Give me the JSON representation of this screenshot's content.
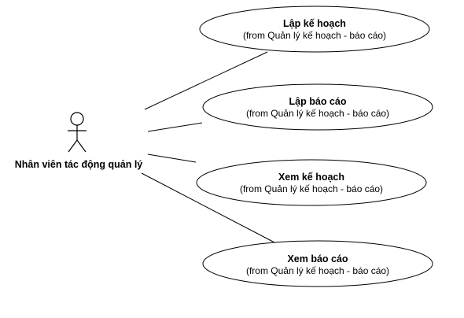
{
  "actor": {
    "label": "Nhân viên tác động quản lý",
    "icon": "stick-figure-actor-icon"
  },
  "use_cases": [
    {
      "title": "Lập kế hoạch",
      "subtitle": "(from Quản lý kế hoạch - báo cáo)"
    },
    {
      "title": "Lập báo cáo",
      "subtitle": "(from Quản lý kế hoạch - báo cáo)"
    },
    {
      "title": "Xem kế hoạch",
      "subtitle": "(from Quản lý kế hoạch - báo cáo)"
    },
    {
      "title": "Xem báo cáo",
      "subtitle": "(from Quản lý kế hoạch - báo cáo)"
    }
  ],
  "colors": {
    "stroke": "#000000",
    "background": "#ffffff"
  }
}
